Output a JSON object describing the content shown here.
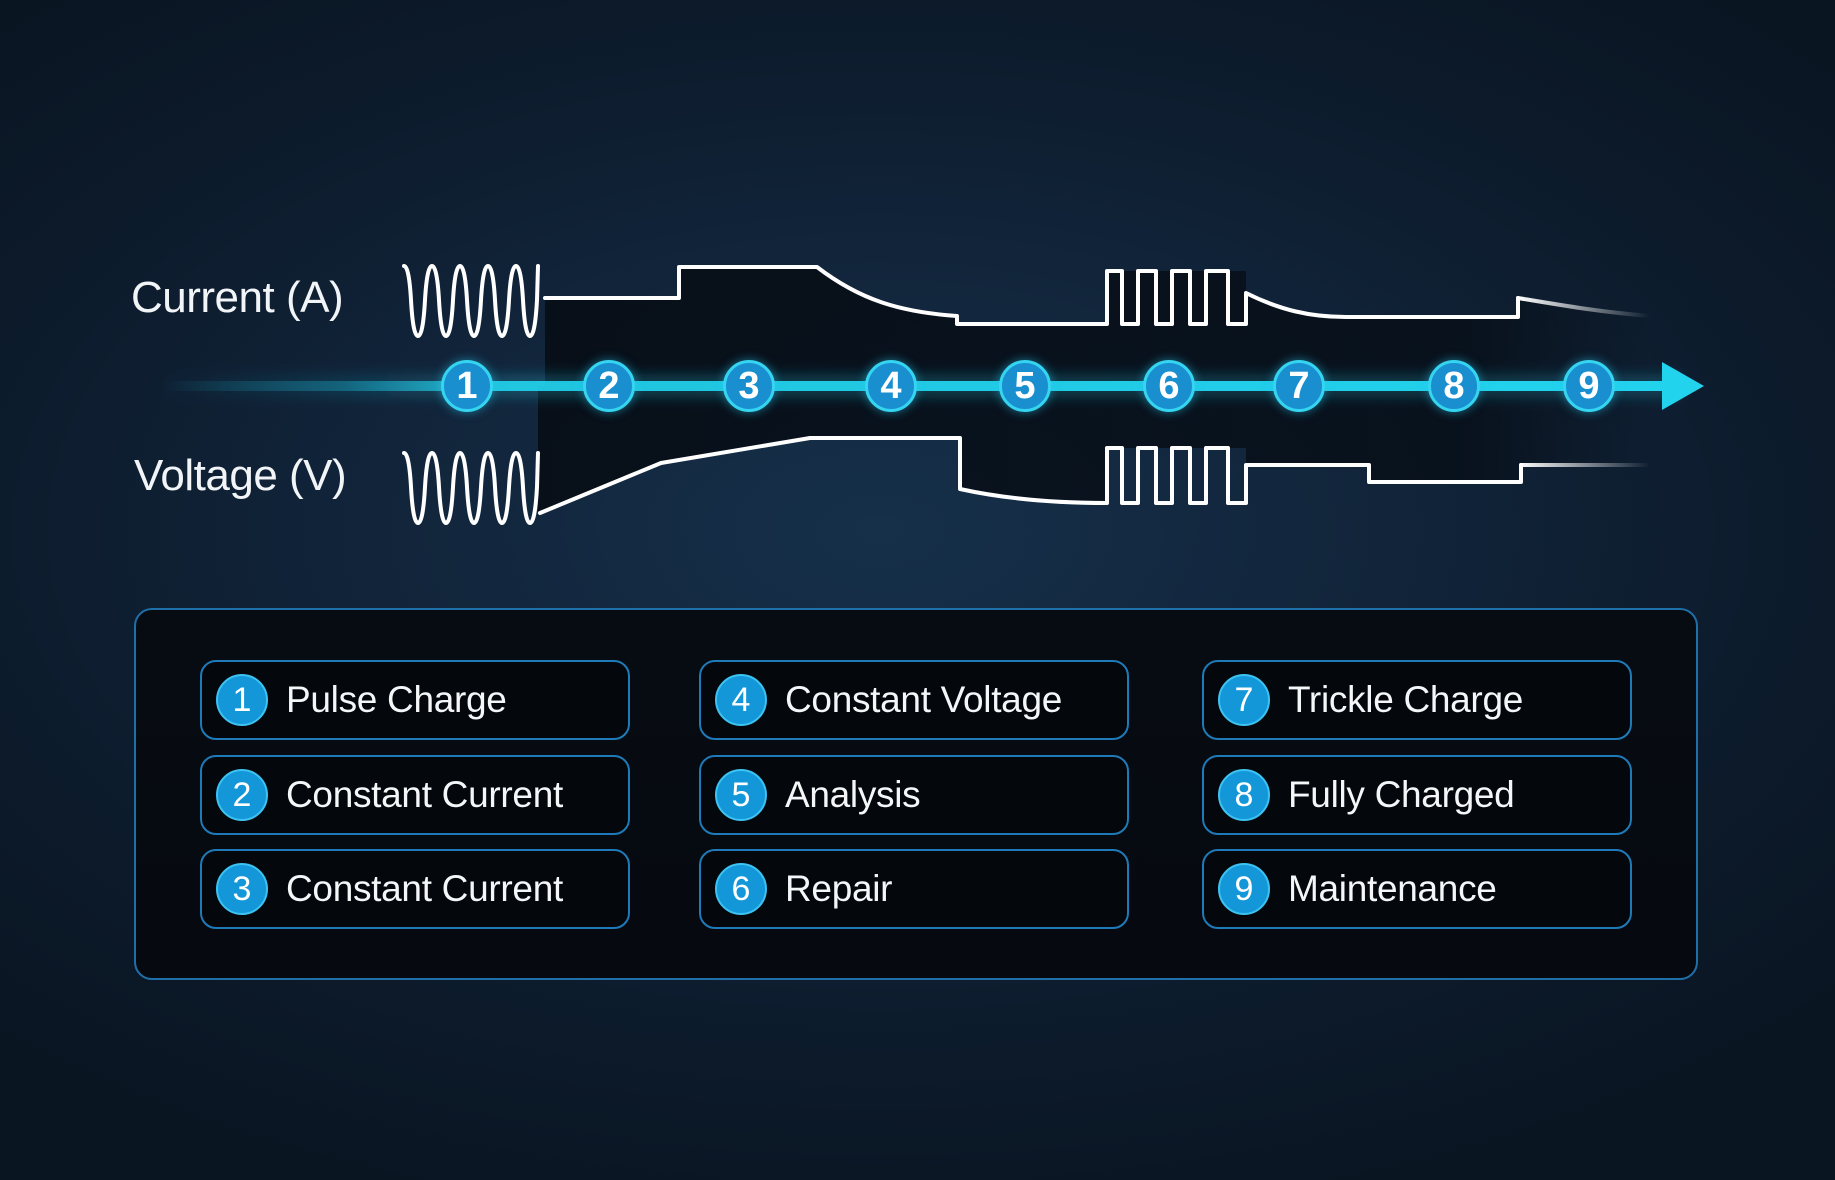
{
  "labels": {
    "current": "Current (A)",
    "voltage": "Voltage (V)"
  },
  "colors": {
    "background": "#11243a",
    "axis": "#22d3ee",
    "marker_fill": "#1a8fd0",
    "waveform": "#ffffff",
    "legend_border": "#1e7ab8",
    "legend_bg": "#04080d"
  },
  "icons": {
    "axis_arrow": "arrow-right-icon"
  },
  "stages": [
    {
      "number": "1",
      "name": "Pulse Charge"
    },
    {
      "number": "2",
      "name": "Constant Current"
    },
    {
      "number": "3",
      "name": "Constant Current"
    },
    {
      "number": "4",
      "name": "Constant Voltage"
    },
    {
      "number": "5",
      "name": "Analysis"
    },
    {
      "number": "6",
      "name": "Repair"
    },
    {
      "number": "7",
      "name": "Trickle Charge"
    },
    {
      "number": "8",
      "name": "Fully Charged"
    },
    {
      "number": "9",
      "name": "Maintenance"
    }
  ]
}
